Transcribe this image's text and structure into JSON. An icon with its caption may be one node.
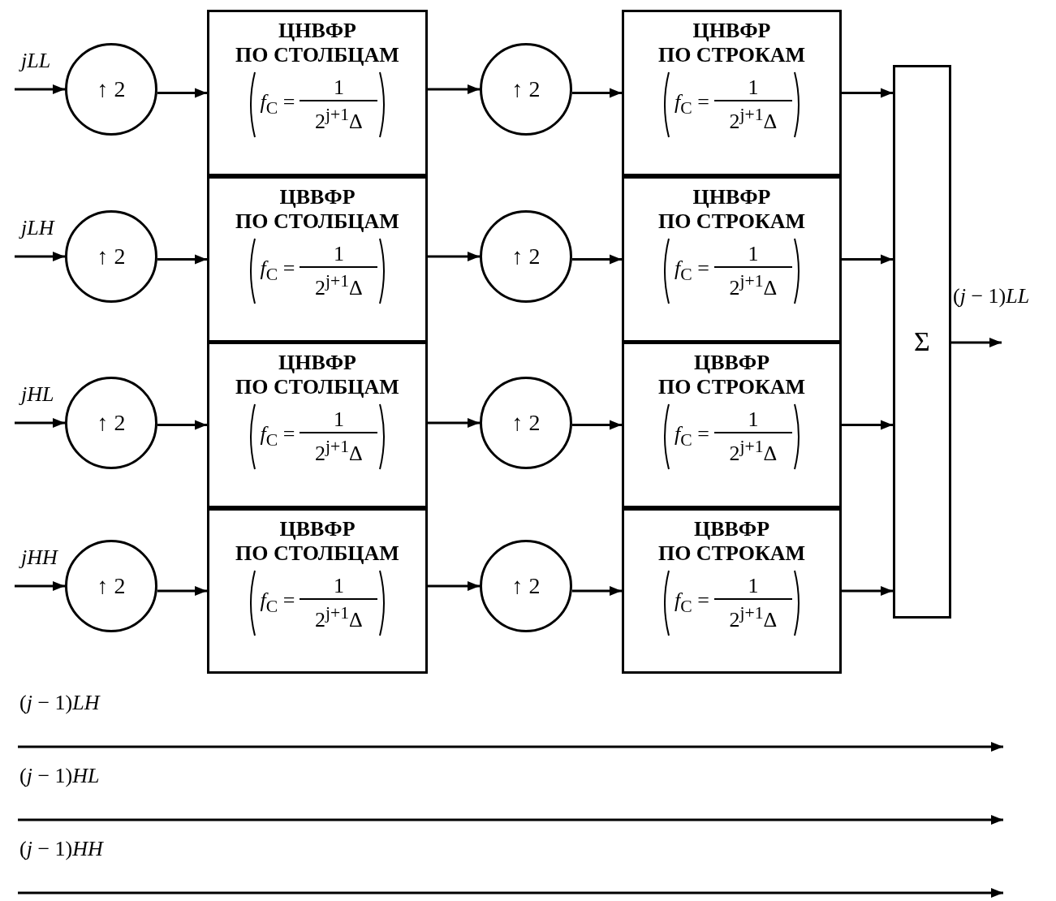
{
  "diagram": {
    "nodes": [
      {
        "text": [
          "↑ 2"
        ]
      },
      {
        "text": [
          "ЦНВФР",
          "ПО СТОЛБЦАМ",
          "*f*$_{C}$ =",
          "1",
          "2$^{j+1}$Δ"
        ]
      },
      {
        "text": [
          "↑ 2"
        ]
      },
      {
        "text": [
          "ЦНВФР",
          "ПО СТРОКАМ",
          "*f*$_{C}$ =",
          "1",
          "2$^{j+1}$Δ"
        ]
      },
      {
        "text": [
          "↑ 2"
        ]
      },
      {
        "text": [
          "ЦВВФР",
          "ПО СТОЛБЦАМ",
          "*f*$_{C}$ =",
          "1",
          "2$^{j+1}$Δ"
        ]
      },
      {
        "text": [
          "↑ 2"
        ]
      },
      {
        "text": [
          "ЦНВФР",
          "ПО СТРОКАМ",
          "*f*$_{C}$ =",
          "1",
          "2$^{j+1}$Δ"
        ]
      },
      {
        "text": [
          "↑ 2"
        ]
      },
      {
        "text": [
          "ЦНВФР",
          "ПО СТОЛБЦАМ",
          "*f*$_{C}$ =",
          "1",
          "2$^{j+1}$Δ"
        ]
      },
      {
        "text": [
          "↑ 2"
        ]
      },
      {
        "text": [
          "ЦВВФР",
          "ПО СТРОКАМ",
          "*f*$_{C}$ =",
          "1",
          "2$^{j+1}$Δ"
        ]
      },
      {
        "text": [
          "↑ 2"
        ]
      },
      {
        "text": [
          "ЦВВФР",
          "ПО СТОЛБЦАМ",
          "*f*$_{C}$ =",
          "1",
          "2$^{j+1}$Δ"
        ]
      },
      {
        "text": [
          "↑ 2"
        ]
      },
      {
        "text": [
          "ЦВВФР",
          "ПО СТРОКАМ",
          "*f*$_{C}$ =",
          "1",
          "2$^{j+1}$Δ"
        ]
      },
      {
        "text": [
          "Σ"
        ]
      }
    ],
    "edges": [
      {
        "from": null,
        "to": 0,
        "arrow": "to",
        "label": "*jLL*"
      },
      {
        "from": 0,
        "to": 1,
        "arrow": "to"
      },
      {
        "from": 1,
        "to": 2,
        "arrow": "to"
      },
      {
        "from": 2,
        "to": 3,
        "arrow": "to"
      },
      {
        "from": 3,
        "to": 16,
        "arrow": "to"
      },
      {
        "from": null,
        "to": 4,
        "arrow": "to",
        "label": "*jLH*"
      },
      {
        "from": 4,
        "to": 5,
        "arrow": "to"
      },
      {
        "from": 5,
        "to": 6,
        "arrow": "to"
      },
      {
        "from": 6,
        "to": 7,
        "arrow": "to"
      },
      {
        "from": 7,
        "to": 16,
        "arrow": "to"
      },
      {
        "from": null,
        "to": 8,
        "arrow": "to",
        "label": "*jHL*"
      },
      {
        "from": 8,
        "to": 9,
        "arrow": "to"
      },
      {
        "from": 9,
        "to": 10,
        "arrow": "to"
      },
      {
        "from": 10,
        "to": 11,
        "arrow": "to"
      },
      {
        "from": 11,
        "to": 16,
        "arrow": "to"
      },
      {
        "from": null,
        "to": 12,
        "arrow": "to",
        "label": "*jHH*"
      },
      {
        "from": 12,
        "to": 13,
        "arrow": "to"
      },
      {
        "from": 13,
        "to": 14,
        "arrow": "to"
      },
      {
        "from": 14,
        "to": 15,
        "arrow": "to"
      },
      {
        "from": 15,
        "to": 16,
        "arrow": "to"
      },
      {
        "from": 16,
        "to": null,
        "arrow": "to",
        "label": "(*j* − 1)*LL*"
      }
    ],
    "labels": [
      "(*j* − 1)*LH*",
      "(*j* − 1)*HL*",
      "(*j* − 1)*HH*"
    ]
  }
}
